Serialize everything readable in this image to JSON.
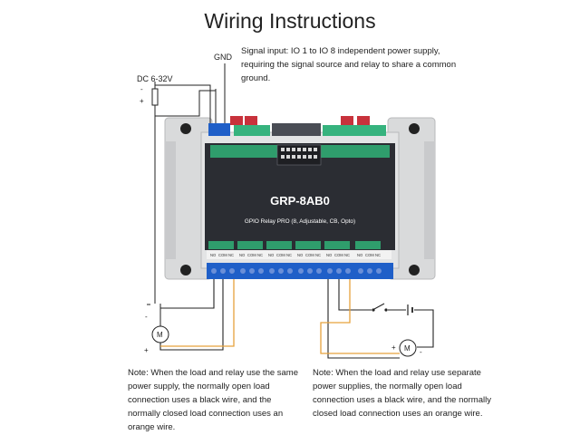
{
  "title": "Wiring Instructions",
  "labels": {
    "gnd": "GND",
    "power": "DC 6-32V",
    "minus": "-",
    "plus": "+",
    "motor": "M"
  },
  "device": {
    "model": "GRP-8AB0",
    "subtitle": "GPIO Relay PRO (8, Adjustable, CB, Opto)",
    "terminal_labels": [
      "NO",
      "COM",
      "NC"
    ]
  },
  "notes": {
    "signal": "Signal input: IO 1 to IO 8 independent power supply, requiring the signal source and relay to share a common ground.",
    "same_supply": "Note: When the load and relay use the same power supply, the normally open load connection uses a black wire, and the normally closed load connection uses an orange wire.",
    "separate_supply": "Note: When the load and relay use separate power supplies, the normally open load connection uses a black wire, and the normally closed load connection uses an orange wire."
  },
  "colors": {
    "wire_black": "#222222",
    "wire_orange": "#e6a23c",
    "enclosure": "#d9dadb",
    "panel": "#2b2d33",
    "terminal_blue": "#1f5fc8",
    "terminal_green": "#36b37e",
    "terminal_red": "#c8323c"
  }
}
